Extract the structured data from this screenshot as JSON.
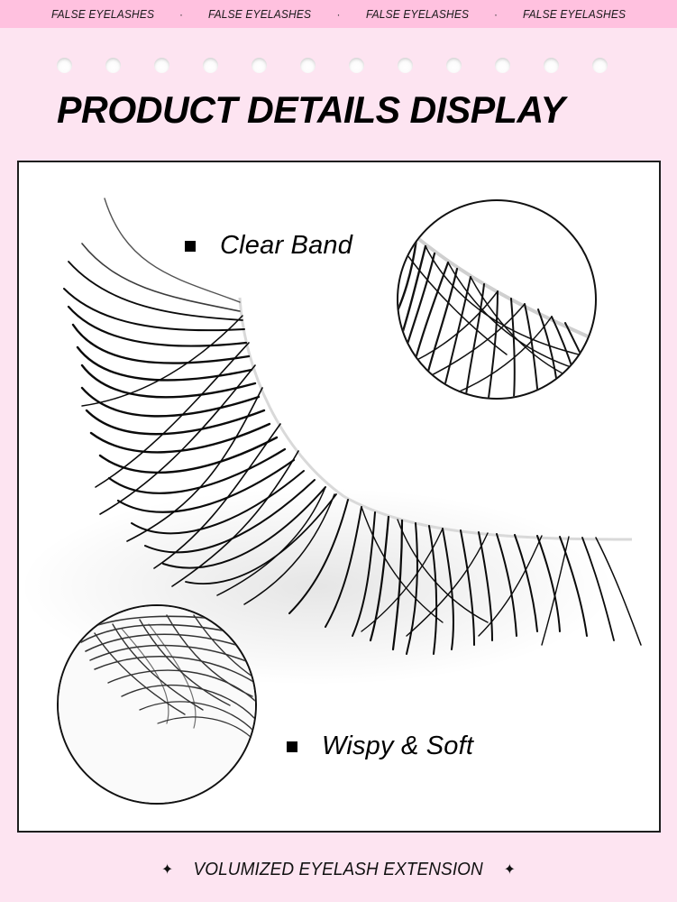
{
  "top_strip": {
    "items": [
      "FALSE EYELASHES",
      "FALSE EYELASHES",
      "FALSE EYELASHES",
      "FALSE EYELASHES"
    ],
    "separator": "·",
    "background": "#ffc1df"
  },
  "binder_dots": {
    "count": 12
  },
  "header": {
    "title": "PRODUCT DETAILS DISPLAY"
  },
  "product_image": {
    "subject": "false eyelash strip",
    "background": "#ffffff",
    "callouts": [
      {
        "label": "Clear Band",
        "bullet_icon": "square-bullet-icon"
      },
      {
        "label": "Wispy & Soft",
        "bullet_icon": "square-bullet-icon"
      }
    ],
    "insets": [
      {
        "name": "clear-band-closeup"
      },
      {
        "name": "wispy-soft-closeup"
      }
    ]
  },
  "footer": {
    "text": "VOLUMIZED EYELASH EXTENSION",
    "left_icon": "✦",
    "right_icon": "✦"
  },
  "colors": {
    "page_background": "#fde4f1",
    "strip_pink": "#ffc1df",
    "frame_border": "#1e1e1e",
    "text": "#000000"
  }
}
